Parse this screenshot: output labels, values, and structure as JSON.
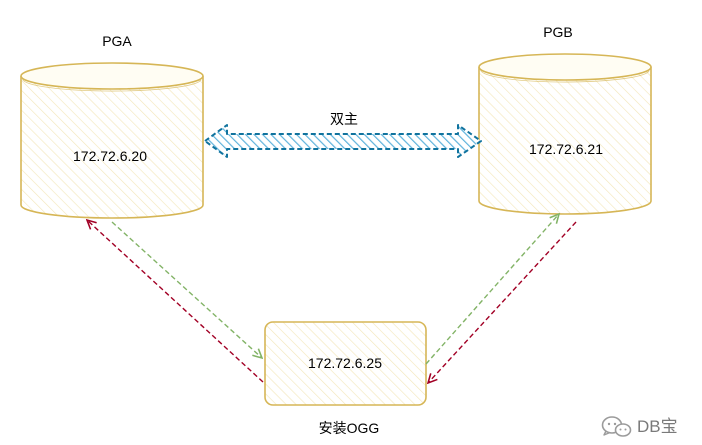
{
  "nodes": {
    "pga": {
      "title": "PGA",
      "ip": "172.72.6.20"
    },
    "pgb": {
      "title": "PGB",
      "ip": "172.72.6.21"
    },
    "ogg": {
      "ip": "172.72.6.25",
      "caption": "安装OGG"
    }
  },
  "link": {
    "label": "双主"
  },
  "watermark": {
    "text": "DB宝"
  },
  "colors": {
    "cylinder_stroke": "#d6b656",
    "cylinder_fill": "#fff8dc",
    "double_arrow_stroke": "#10739e",
    "double_arrow_fill": "#b1ddf0",
    "green_arrow": "#82b366",
    "red_arrow": "#a20025",
    "watermark": "#7a7a7a"
  }
}
